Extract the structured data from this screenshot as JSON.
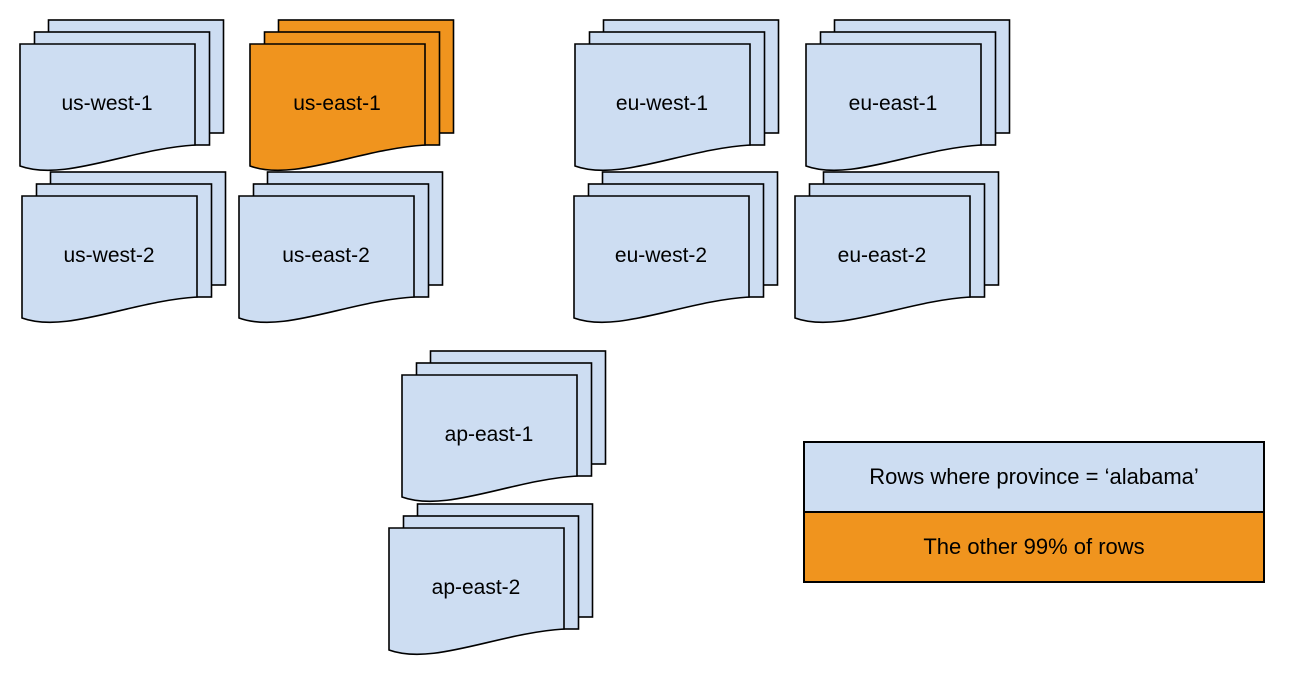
{
  "diagram": {
    "stacks": [
      {
        "label": "us-west-1",
        "highlighted": false
      },
      {
        "label": "us-east-1",
        "highlighted": true
      },
      {
        "label": "eu-west-1",
        "highlighted": false
      },
      {
        "label": "eu-east-1",
        "highlighted": false
      },
      {
        "label": "us-west-2",
        "highlighted": false
      },
      {
        "label": "us-east-2",
        "highlighted": false
      },
      {
        "label": "eu-west-2",
        "highlighted": false
      },
      {
        "label": "eu-east-2",
        "highlighted": false
      },
      {
        "label": "ap-east-1",
        "highlighted": false
      },
      {
        "label": "ap-east-2",
        "highlighted": false
      }
    ],
    "legend": {
      "items": [
        {
          "label": "Rows where province = ‘alabama’",
          "color": "#cdddf2"
        },
        {
          "label": "The other 99% of rows",
          "color": "#f0941e"
        }
      ]
    },
    "colors": {
      "region_fill": "#cdddf2",
      "highlight_fill": "#f0941e",
      "outline": "#000000"
    }
  }
}
